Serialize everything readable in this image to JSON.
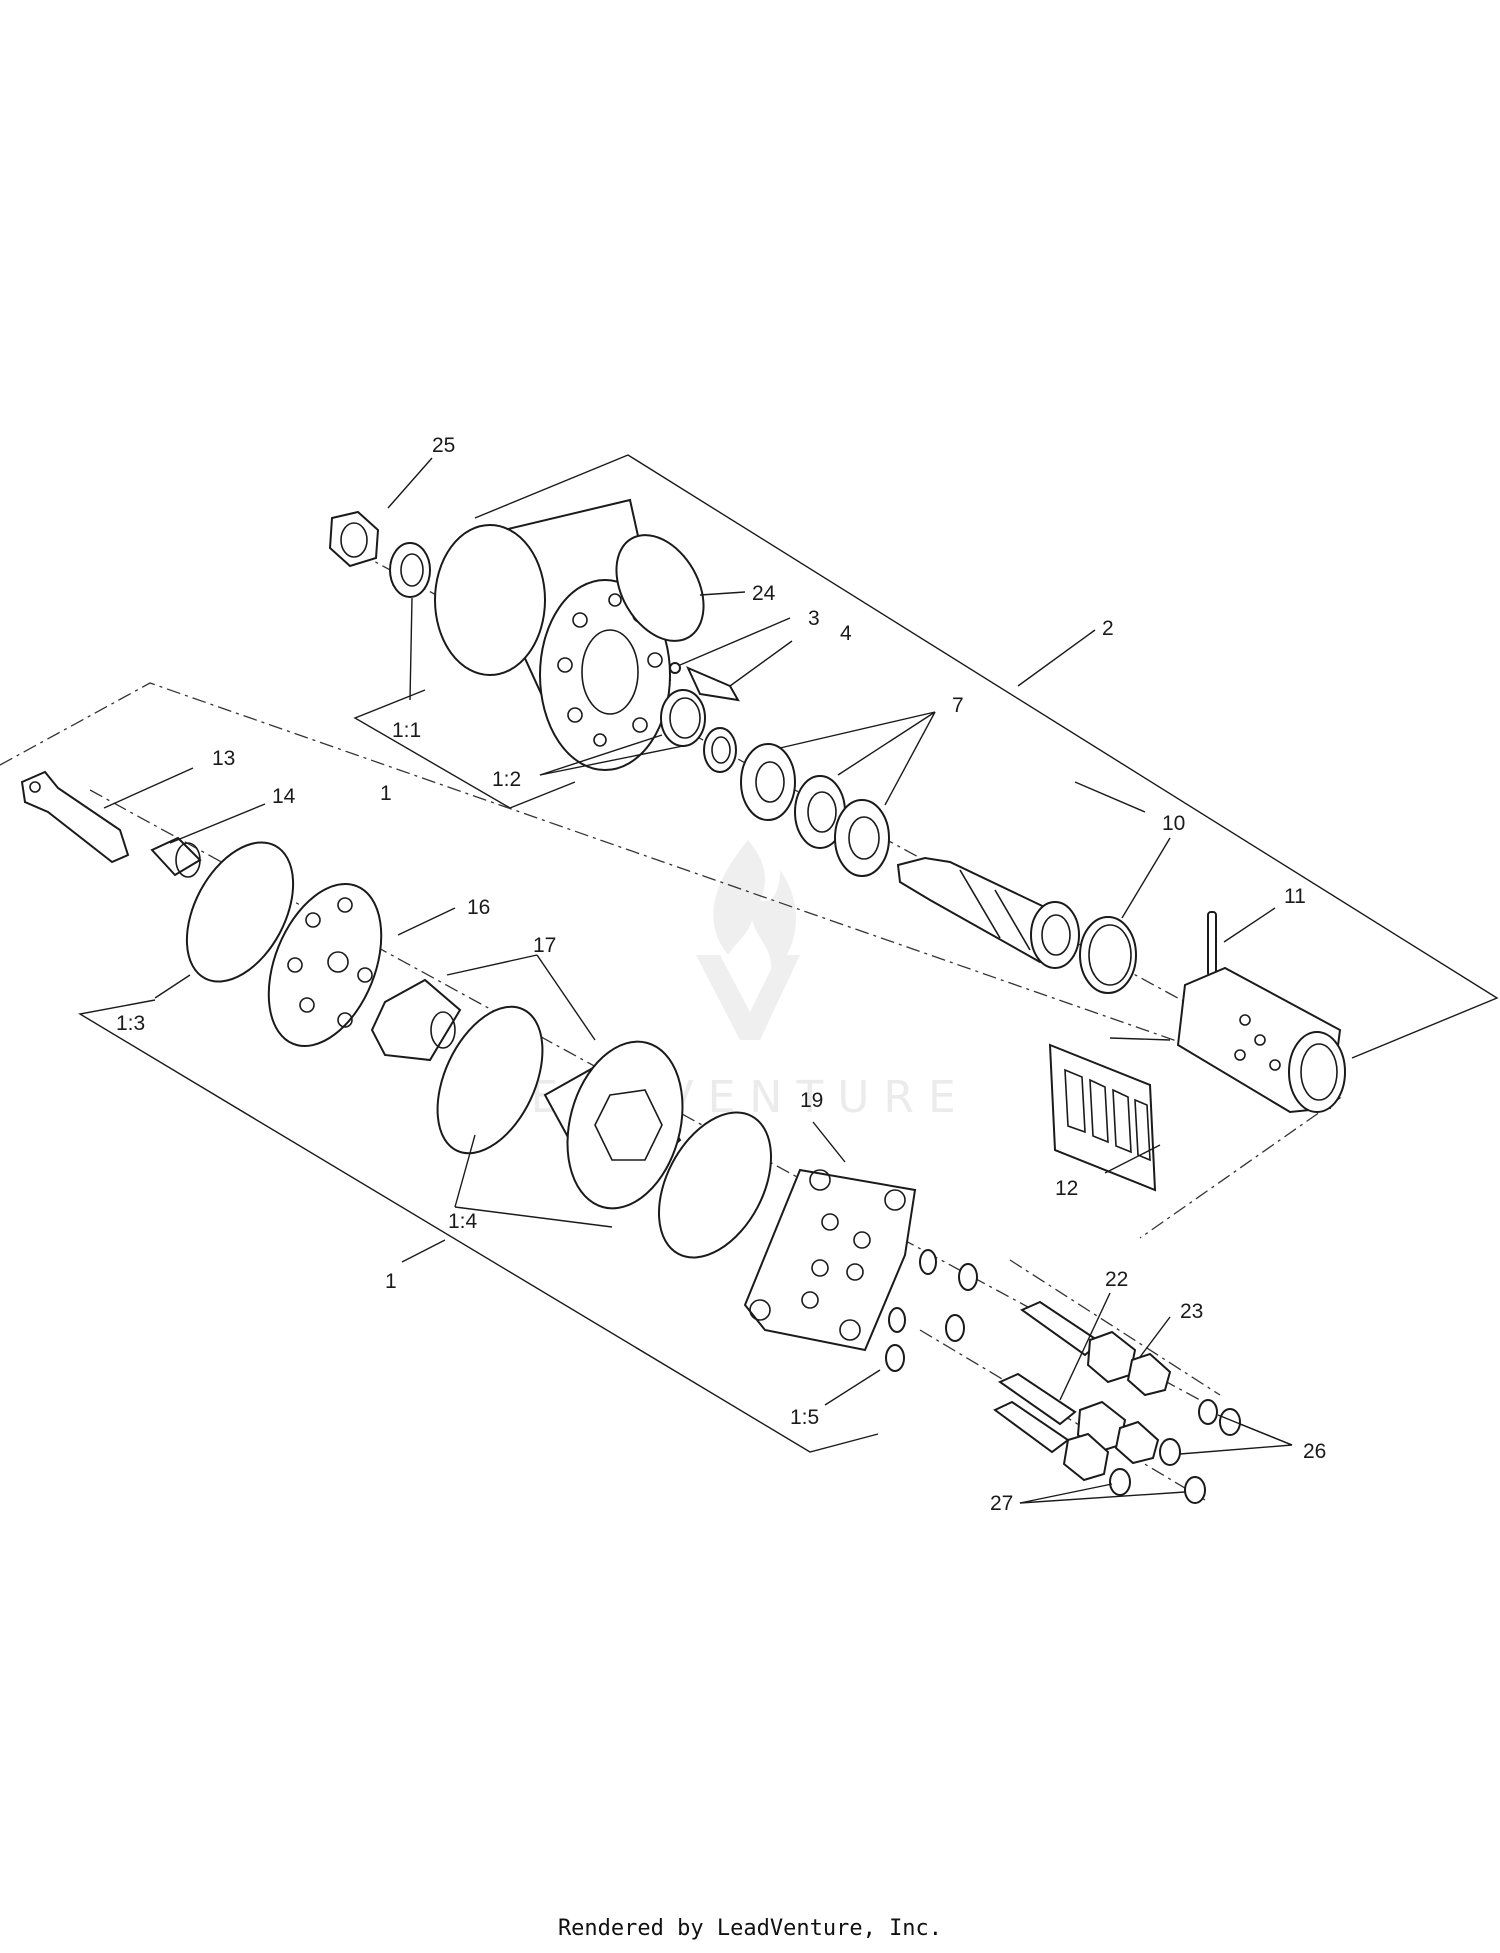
{
  "callouts": {
    "c25": "25",
    "c24": "24",
    "c3": "3",
    "c4": "4",
    "c2": "2",
    "c7": "7",
    "c1_1": "1:1",
    "c1_2": "1:2",
    "c1_top": "1",
    "c10": "10",
    "c11": "11",
    "c12": "12",
    "c13": "13",
    "c14": "14",
    "c16": "16",
    "c17": "17",
    "c1_3": "1:3",
    "c19": "19",
    "c1_4": "1:4",
    "c1_bottom": "1",
    "c22": "22",
    "c23": "23",
    "c26": "26",
    "c1_5": "1:5",
    "c27": "27"
  },
  "watermark": {
    "brand_text": "LEADVENTURE",
    "logo": "leadventure-flame-logo"
  },
  "footer": {
    "credit": "Rendered by LeadVenture, Inc."
  }
}
